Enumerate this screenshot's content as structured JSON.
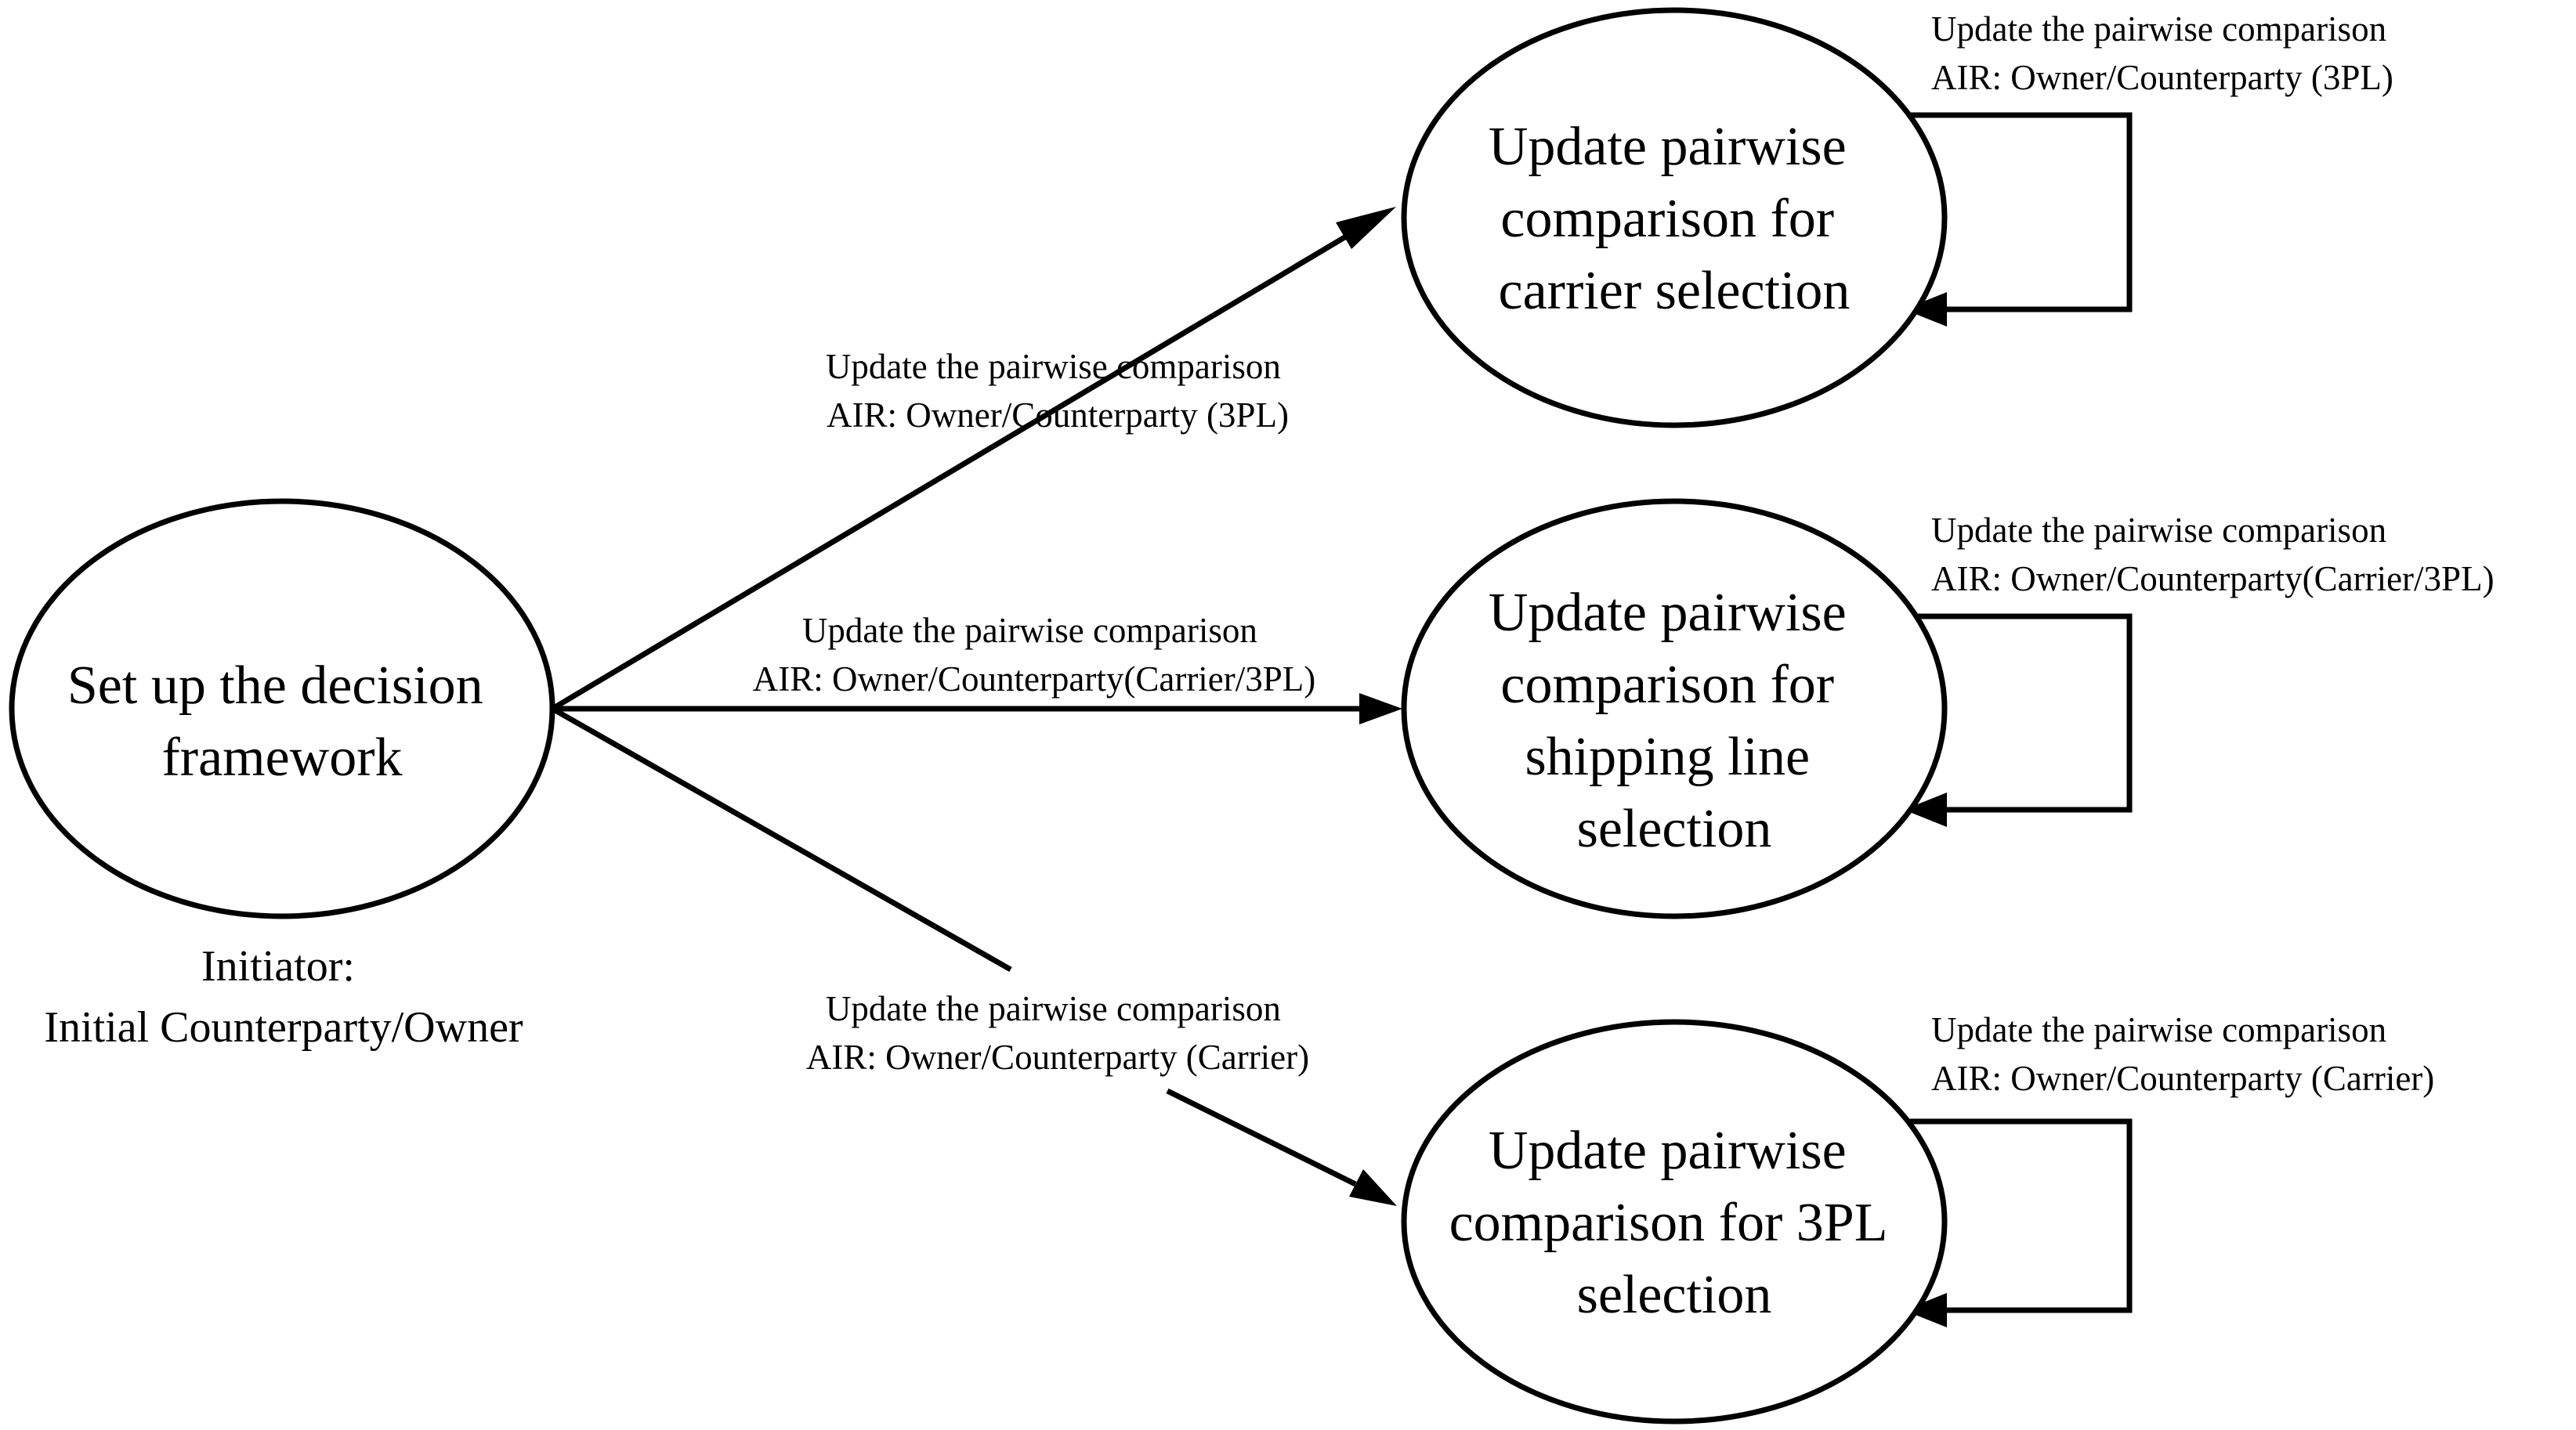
{
  "nodes": {
    "setup": {
      "lines": [
        "Set up the decision",
        "framework"
      ]
    },
    "carrier": {
      "lines": [
        "Update pairwise",
        "comparison for",
        "carrier selection"
      ]
    },
    "shipping": {
      "lines": [
        "Update pairwise",
        "comparison for",
        "shipping line",
        "selection"
      ]
    },
    "threepl": {
      "lines": [
        "Update pairwise",
        "comparison for 3PL",
        "selection"
      ]
    }
  },
  "initiator": {
    "lines": [
      "Initiator:",
      "Initial Counterparty/Owner"
    ]
  },
  "edges": {
    "to_carrier": {
      "lines": [
        "Update the pairwise comparison",
        "AIR: Owner/Counterparty (3PL)"
      ]
    },
    "to_shipping": {
      "lines": [
        "Update the pairwise comparison",
        "AIR: Owner/Counterparty(Carrier/3PL)"
      ]
    },
    "to_threepl": {
      "lines": [
        "Update the pairwise comparison",
        "AIR: Owner/Counterparty (Carrier)"
      ]
    },
    "carrier_loop": {
      "lines": [
        "Update the pairwise comparison",
        "AIR: Owner/Counterparty (3PL)"
      ]
    },
    "shipping_loop": {
      "lines": [
        "Update the pairwise comparison",
        "AIR: Owner/Counterparty(Carrier/3PL)"
      ]
    },
    "threepl_loop": {
      "lines": [
        "Update the pairwise comparison",
        "AIR: Owner/Counterparty (Carrier)"
      ]
    }
  }
}
